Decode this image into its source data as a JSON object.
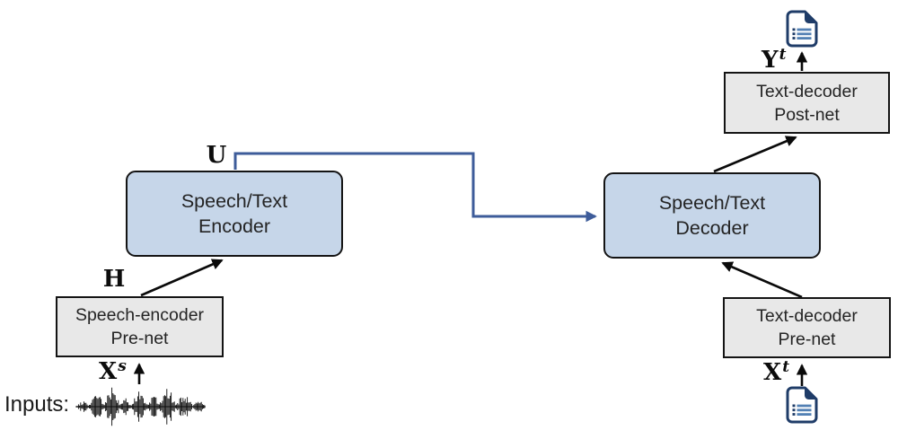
{
  "diagram": {
    "nodes": {
      "speech_text_encoder": {
        "line1": "Speech/Text",
        "line2": "Encoder"
      },
      "speech_text_decoder": {
        "line1": "Speech/Text",
        "line2": "Decoder"
      },
      "speech_encoder_prenet": {
        "line1": "Speech-encoder",
        "line2": "Pre-net"
      },
      "text_decoder_postnet": {
        "line1": "Text-decoder",
        "line2": "Post-net"
      },
      "text_decoder_prenet": {
        "line1": "Text-decoder",
        "line2": "Pre-net"
      }
    },
    "labels": {
      "inputs": "Inputs:",
      "encoder_output": "U",
      "speech_hidden": "H",
      "speech_input": {
        "base": "X",
        "sup": "s"
      },
      "text_input": {
        "base": "X",
        "sup": "t"
      },
      "text_output": {
        "base": "Y",
        "sup": "t"
      }
    },
    "icons": {
      "speech_waveform": "speech-waveform-icon",
      "text_document_output": "text-document-icon",
      "text_document_input": "text-document-icon"
    },
    "colors": {
      "block-fill": "#c6d6e9",
      "block-border": "#141414",
      "panel-fill": "#e8e8e8",
      "panel-border": "#141414",
      "connector-blue": "#3e5c9a",
      "arrow-black": "#0a0a0a",
      "text-dark": "#242424",
      "icon-navy": "#1f3c68",
      "icon-blue": "#5280b4"
    }
  }
}
